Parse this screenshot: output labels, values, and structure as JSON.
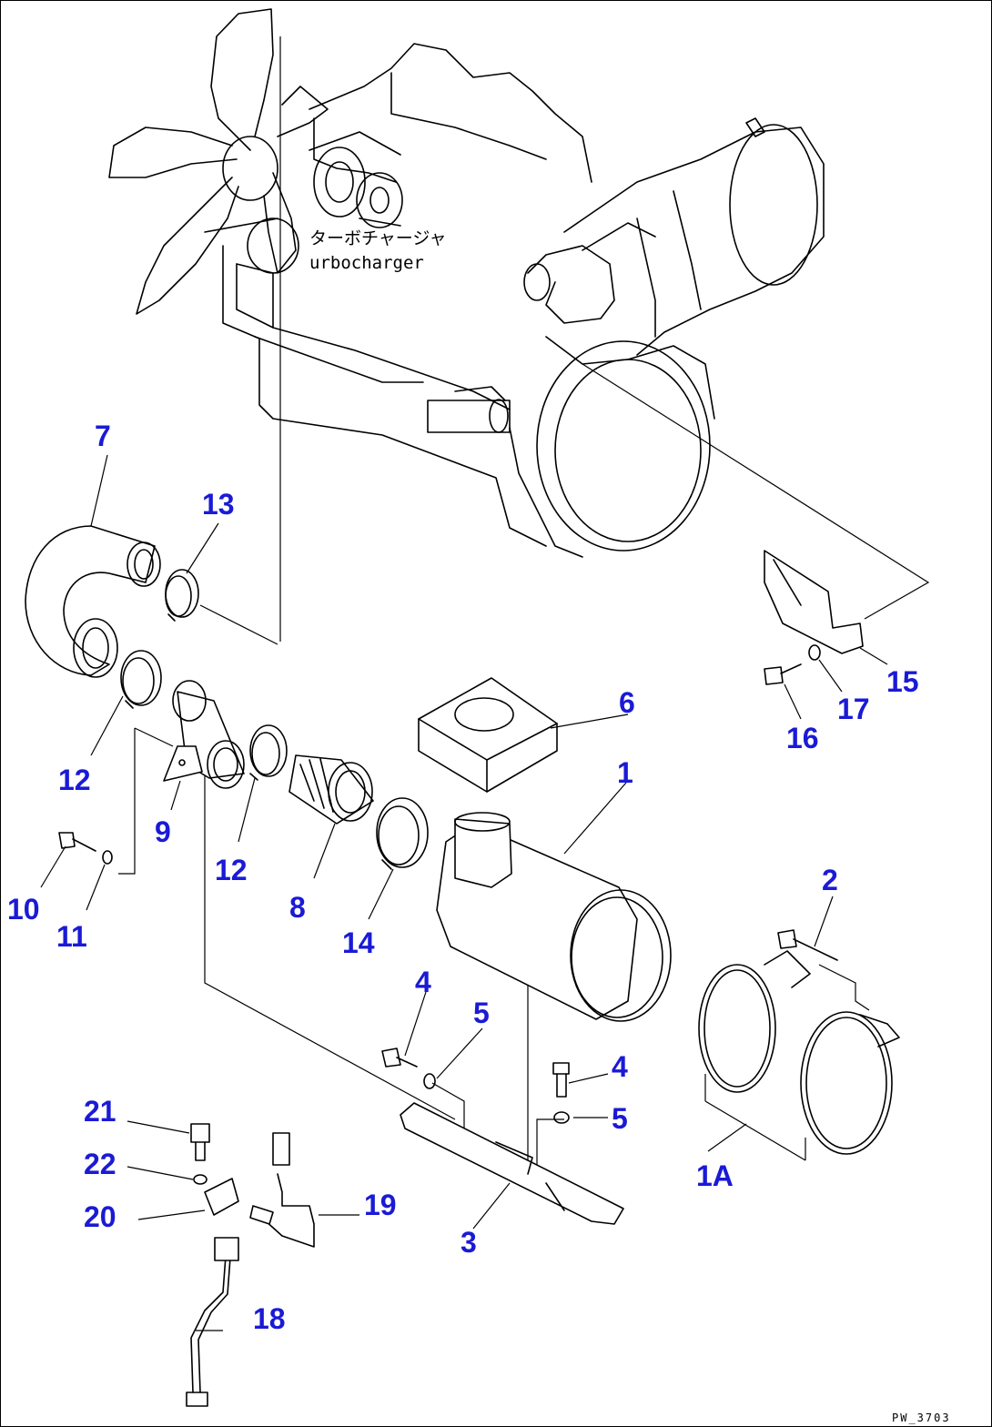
{
  "diagram": {
    "annotations": {
      "turbo_jp": "ターボチャージャ",
      "turbo_en": "urbocharger"
    },
    "drawing_code": "PW_3703",
    "callouts": {
      "p1": "1",
      "p1A": "1A",
      "p2": "2",
      "p3": "3",
      "p4a": "4",
      "p4b": "4",
      "p5a": "5",
      "p5b": "5",
      "p6": "6",
      "p7": "7",
      "p8": "8",
      "p9": "9",
      "p10": "10",
      "p11": "11",
      "p12a": "12",
      "p12b": "12",
      "p13": "13",
      "p14": "14",
      "p15": "15",
      "p16": "16",
      "p17": "17",
      "p18": "18",
      "p19": "19",
      "p20": "20",
      "p21": "21",
      "p22": "22"
    }
  }
}
